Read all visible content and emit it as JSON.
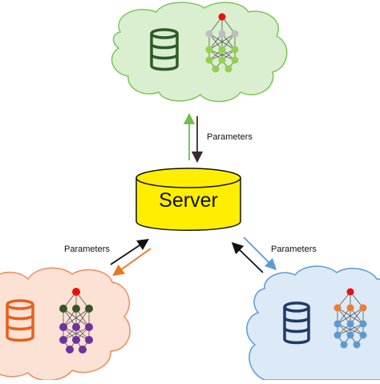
{
  "server": {
    "label": "Server",
    "fill_color": "#ffee00",
    "stroke_color": "#111111"
  },
  "edges": {
    "top_label": "Parameters",
    "left_label": "Parameters",
    "right_label": "Parameters"
  },
  "clients": [
    {
      "name": "top",
      "cloud_fill": "#d9efcf",
      "cloud_stroke": "#7cc65a",
      "database_color": "#2f5a25",
      "node_colors": {
        "output": "#e8100e",
        "hidden": "#bfbfbf",
        "input": "#92d050"
      },
      "arrow_up_color": "#6fc04a",
      "arrow_down_color": "#3a2a2a"
    },
    {
      "name": "left",
      "cloud_fill": "#fbe2d5",
      "cloud_stroke": "#f08c5a",
      "database_color": "#e8601c",
      "node_colors": {
        "output": "#e8100e",
        "hidden": "#375623",
        "input": "#7030a0"
      },
      "arrow_to_server_color": "#111111",
      "arrow_to_client_color": "#e8761c"
    },
    {
      "name": "right",
      "cloud_fill": "#dce9f6",
      "cloud_stroke": "#5b9bd5",
      "database_color": "#1f3b66",
      "node_colors": {
        "output": "#e8100e",
        "hidden": "#ed7d31",
        "input": "#5b9bd5"
      },
      "arrow_to_server_color": "#111111",
      "arrow_to_client_color": "#5b9bd5"
    }
  ]
}
